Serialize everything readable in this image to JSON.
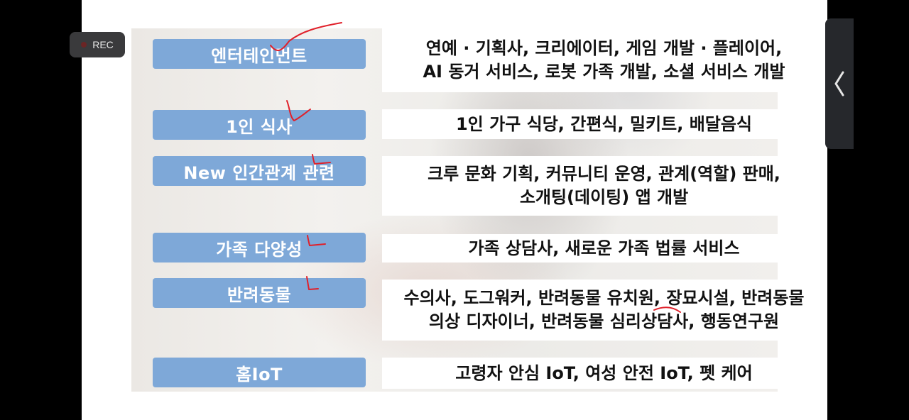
{
  "recording": {
    "label": "REC"
  },
  "rows": [
    {
      "category": "엔터테인먼트",
      "lines": [
        "연예 · 기획사, 크리에이터, 게임 개발 · 플레이어,",
        "AI 동거 서비스, 로봇 가족 개발, 소셜 서비스 개발"
      ]
    },
    {
      "category": "1인 식사",
      "lines": [
        "1인 가구 식당, 간편식, 밀키트, 배달음식"
      ]
    },
    {
      "category": "New 인간관계 관련",
      "lines": [
        "크루 문화 기획, 커뮤니티 운영, 관계(역할) 판매,",
        "소개팅(데이팅) 앱 개발"
      ]
    },
    {
      "category": "가족 다양성",
      "lines": [
        "가족 상담사, 새로운 가족 법률 서비스"
      ]
    },
    {
      "category": "반려동물",
      "lines": [
        "수의사, 도그워커, 반려동물 유치원, 장묘시설, 반려동물",
        "의상 디자이너, 반려동물 심리상담사, 행동연구원"
      ]
    },
    {
      "category": "홈IoT",
      "lines": [
        "고령자 안심 IoT, 여성 안전 IoT, 펫 케어"
      ]
    }
  ],
  "colors": {
    "pill": "#7ea8d8",
    "annotation": "#e0202a",
    "slide_bg": "#ffffff",
    "frame": "#000000"
  },
  "icons": {
    "record": "record-dot-icon",
    "side": "chevron-left-icon"
  }
}
